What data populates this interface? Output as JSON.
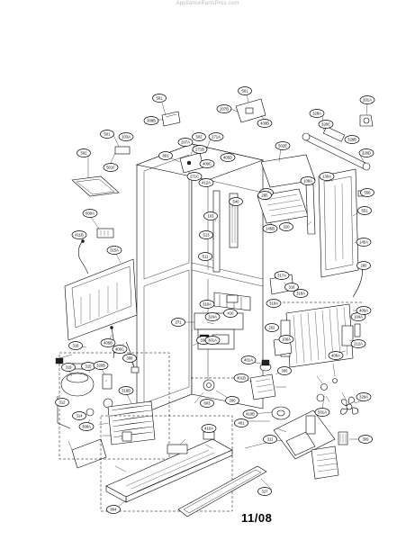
{
  "watermark": "AppliancePartsPros.com",
  "page_code": "11/08",
  "callouts": [
    {
      "id": "c-561a",
      "label": "561"
    },
    {
      "id": "c-308b",
      "label": "308B"
    },
    {
      "id": "c-561b",
      "label": "561"
    },
    {
      "id": "c-207b",
      "label": "207B"
    },
    {
      "id": "c-409b",
      "label": "409B"
    },
    {
      "id": "c-201a",
      "label": "201A"
    },
    {
      "id": "c-328a",
      "label": "328A"
    },
    {
      "id": "c-328d",
      "label": "328D"
    },
    {
      "id": "c-501",
      "label": "501"
    },
    {
      "id": "c-103a",
      "label": "103A"
    },
    {
      "id": "c-207a",
      "label": "207A"
    },
    {
      "id": "c-562",
      "label": "562"
    },
    {
      "id": "c-271a",
      "label": "271A"
    },
    {
      "id": "c-271b",
      "label": "271B"
    },
    {
      "id": "c-502e",
      "label": "502E"
    },
    {
      "id": "c-328c",
      "label": "328C"
    },
    {
      "id": "c-502",
      "label": "502"
    },
    {
      "id": "c-501f",
      "label": "501F"
    },
    {
      "id": "c-801",
      "label": "801"
    },
    {
      "id": "c-409c",
      "label": "409C"
    },
    {
      "id": "c-405d",
      "label": "405D"
    },
    {
      "id": "c-271c",
      "label": "271C"
    },
    {
      "id": "c-412a",
      "label": "412A"
    },
    {
      "id": "c-328b",
      "label": "328B"
    },
    {
      "id": "c-130a",
      "label": "130A"
    },
    {
      "id": "c-558",
      "label": "558"
    },
    {
      "id": "c-551",
      "label": "551"
    },
    {
      "id": "c-304",
      "label": "304"
    },
    {
      "id": "c-108a",
      "label": "108A"
    },
    {
      "id": "c-600a",
      "label": "600A"
    },
    {
      "id": "c-540",
      "label": "540"
    },
    {
      "id": "c-411b",
      "label": "411B"
    },
    {
      "id": "c-315a",
      "label": "315A"
    },
    {
      "id": "c-265",
      "label": "265"
    },
    {
      "id": "c-320",
      "label": "320"
    },
    {
      "id": "c-145b",
      "label": "145B"
    },
    {
      "id": "c-145a",
      "label": "145A"
    },
    {
      "id": "c-103",
      "label": "103"
    },
    {
      "id": "c-513",
      "label": "513"
    },
    {
      "id": "c-260",
      "label": "260"
    },
    {
      "id": "c-318a",
      "label": "318A"
    },
    {
      "id": "c-317a",
      "label": "317A"
    },
    {
      "id": "c-511",
      "label": "511"
    },
    {
      "id": "c-316",
      "label": "316"
    },
    {
      "id": "c-316a",
      "label": "316A"
    },
    {
      "id": "c-319a",
      "label": "319A"
    },
    {
      "id": "c-324a",
      "label": "324A"
    },
    {
      "id": "c-410",
      "label": "410"
    },
    {
      "id": "c-106a",
      "label": "106A"
    },
    {
      "id": "c-104a",
      "label": "104A"
    },
    {
      "id": "c-271",
      "label": "271"
    },
    {
      "id": "c-202",
      "label": "202"
    },
    {
      "id": "c-400a",
      "label": "400A"
    },
    {
      "id": "c-330",
      "label": "330"
    },
    {
      "id": "c-301a",
      "label": "301A"
    },
    {
      "id": "c-212a",
      "label": "212A"
    },
    {
      "id": "c-406a",
      "label": "406A"
    },
    {
      "id": "c-406b",
      "label": "406B"
    },
    {
      "id": "c-318",
      "label": "318"
    },
    {
      "id": "c-305",
      "label": "305"
    },
    {
      "id": "c-406c",
      "label": "406C"
    },
    {
      "id": "c-308",
      "label": "308"
    },
    {
      "id": "c-401a",
      "label": "401A"
    },
    {
      "id": "c-200",
      "label": "200"
    },
    {
      "id": "c-319",
      "label": "319"
    },
    {
      "id": "c-315",
      "label": "315"
    },
    {
      "id": "c-320b",
      "label": "320B"
    },
    {
      "id": "c-329a",
      "label": "329A"
    },
    {
      "id": "c-603",
      "label": "603"
    },
    {
      "id": "c-401b",
      "label": "401B"
    },
    {
      "id": "c-316b",
      "label": "316B"
    },
    {
      "id": "c-312",
      "label": "312"
    },
    {
      "id": "c-314",
      "label": "314"
    },
    {
      "id": "c-308a",
      "label": "308A"
    },
    {
      "id": "c-317",
      "label": "317"
    },
    {
      "id": "c-501a",
      "label": "501A"
    },
    {
      "id": "c-410b",
      "label": "410B"
    },
    {
      "id": "c-401",
      "label": "401"
    },
    {
      "id": "c-311",
      "label": "311"
    },
    {
      "id": "c-309",
      "label": "309"
    },
    {
      "id": "c-410a",
      "label": "410A"
    },
    {
      "id": "c-804",
      "label": "804"
    }
  ]
}
